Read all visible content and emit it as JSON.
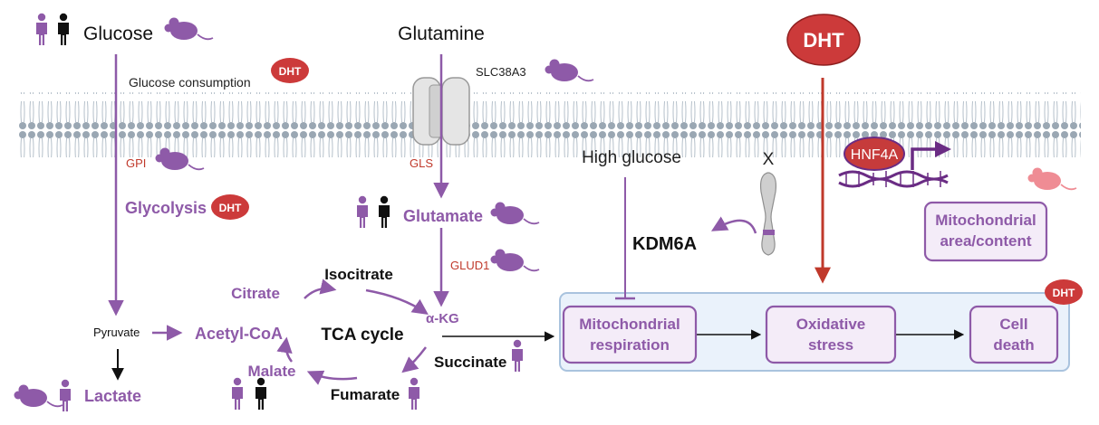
{
  "colors": {
    "purple": "#8e5aa8",
    "dark_purple": "#6a2c84",
    "red": "#c0392b",
    "dht_fill": "#cc3a3a",
    "hnf4a_fill": "#c63b3b",
    "membrane": "#9aa7b3",
    "panel_fill": "#eaf2fb",
    "panel_border": "#a9c3de",
    "box_fill": "#f4ecf8",
    "mouse_pink": "#ef8c94",
    "black": "#111111"
  },
  "inputs": {
    "glucose": "Glucose",
    "glutamine": "Glutamine",
    "dht_main": "DHT"
  },
  "labels": {
    "glucose_consumption": "Glucose consumption",
    "slc38a3": "SLC38A3",
    "gpi": "GPI",
    "gls": "GLS",
    "glycolysis": "Glycolysis",
    "glutamate": "Glutamate",
    "glud1": "GLUD1",
    "high_glucose": "High glucose",
    "x_chromosome": "X",
    "kdm6a": "KDM6A",
    "hnf4a": "HNF4A",
    "dht_badge": "DHT"
  },
  "metabolites": {
    "pyruvate": "Pyruvate",
    "acetyl_coa": "Acetyl-CoA",
    "lactate": "Lactate",
    "citrate": "Citrate",
    "isocitrate": "Isocitrate",
    "akg": "α-KG",
    "succinate": "Succinate",
    "fumarate": "Fumarate",
    "malate": "Malate",
    "tca_cycle": "TCA cycle"
  },
  "boxes": {
    "mito_area_line1": "Mitochondrial",
    "mito_area_line2": "area/content",
    "mito_resp_line1": "Mitochondrial",
    "mito_resp_line2": "respiration",
    "ox_line1": "Oxidative",
    "ox_line2": "stress",
    "cd_line1": "Cell",
    "cd_line2": "death"
  },
  "icons": [
    "human-icon",
    "mouse-icon",
    "dht-badge",
    "x-chromosome-icon",
    "dna-icon",
    "transporter-icon"
  ]
}
